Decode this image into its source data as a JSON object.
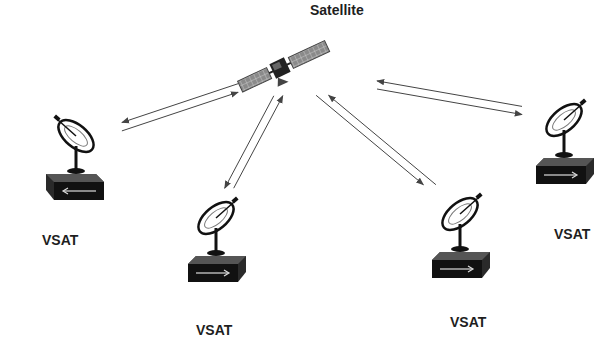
{
  "diagram": {
    "nodes": [
      {
        "text": [
          "Satellite"
        ]
      },
      {
        "text": [
          "VSAT"
        ]
      },
      {
        "text": [
          "VSAT"
        ]
      },
      {
        "text": [
          "VSAT"
        ]
      },
      {
        "text": [
          "VSAT"
        ]
      }
    ],
    "edges": [
      {
        "from": 1,
        "to": 0,
        "arrow": "to"
      },
      {
        "from": 0,
        "to": 1,
        "arrow": "to"
      },
      {
        "from": 2,
        "to": 0,
        "arrow": "to"
      },
      {
        "from": 0,
        "to": 2,
        "arrow": "to"
      },
      {
        "from": 3,
        "to": 0,
        "arrow": "to"
      },
      {
        "from": 0,
        "to": 3,
        "arrow": "to"
      },
      {
        "from": 4,
        "to": 0,
        "arrow": "to"
      },
      {
        "from": 0,
        "to": 4,
        "arrow": "to"
      }
    ]
  }
}
